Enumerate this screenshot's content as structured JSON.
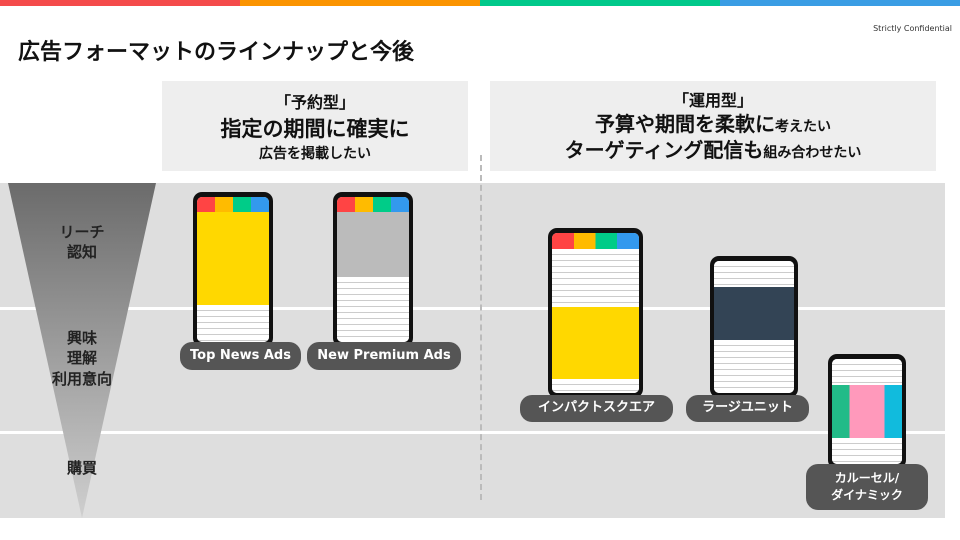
{
  "header": {
    "title": "広告フォーマットのラインナップと今後",
    "confidential": "Strictly Confidential",
    "colors": [
      "#f44b4b",
      "#fb9400",
      "#00c98a",
      "#3a9de4"
    ]
  },
  "reserved": {
    "type": "「予約型」",
    "line1": "指定の期間に確実に",
    "line2": "広告を掲載したい"
  },
  "operational": {
    "type": "「運用型」",
    "line1_big": "予算や期間を柔軟に",
    "line1_small": "考えたい",
    "line2_big": "ターゲティング配信も",
    "line2_small": "組み合わせたい"
  },
  "funnel": [
    {
      "label": "リーチ\n認知"
    },
    {
      "label": "興味\n理解\n利用意向"
    },
    {
      "label": "購買"
    }
  ],
  "formats": [
    {
      "label": "Top News Ads"
    },
    {
      "label": "New Premium Ads"
    },
    {
      "label": "インパクトスクエア"
    },
    {
      "label": "ラージユニット"
    },
    {
      "label": "カルーセル/\nダイナミック"
    }
  ]
}
